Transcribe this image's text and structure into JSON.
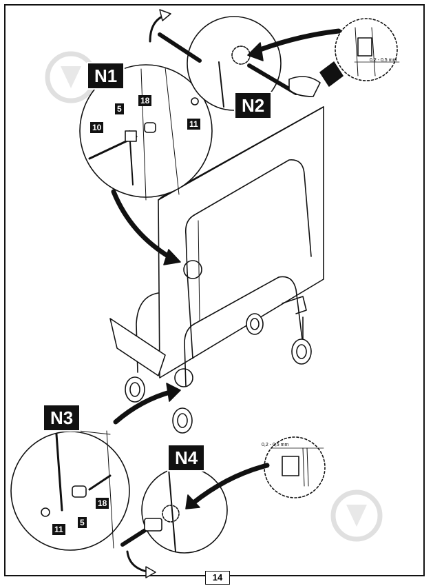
{
  "details": {
    "n1": "N1",
    "n2": "N2",
    "n3": "N3",
    "n4": "N4"
  },
  "parts": {
    "n1_bolt": "10",
    "n1_bracket": "5",
    "n1_spacer": "18",
    "n1_nut": "11",
    "n3_bracket": "5",
    "n3_spacer": "18",
    "n3_nut": "11"
  },
  "measurements": {
    "gap_top": "0,2 - 0,5 mm",
    "gap_bottom": "0,2 - 0,5 mm"
  },
  "page": {
    "number": "14"
  }
}
